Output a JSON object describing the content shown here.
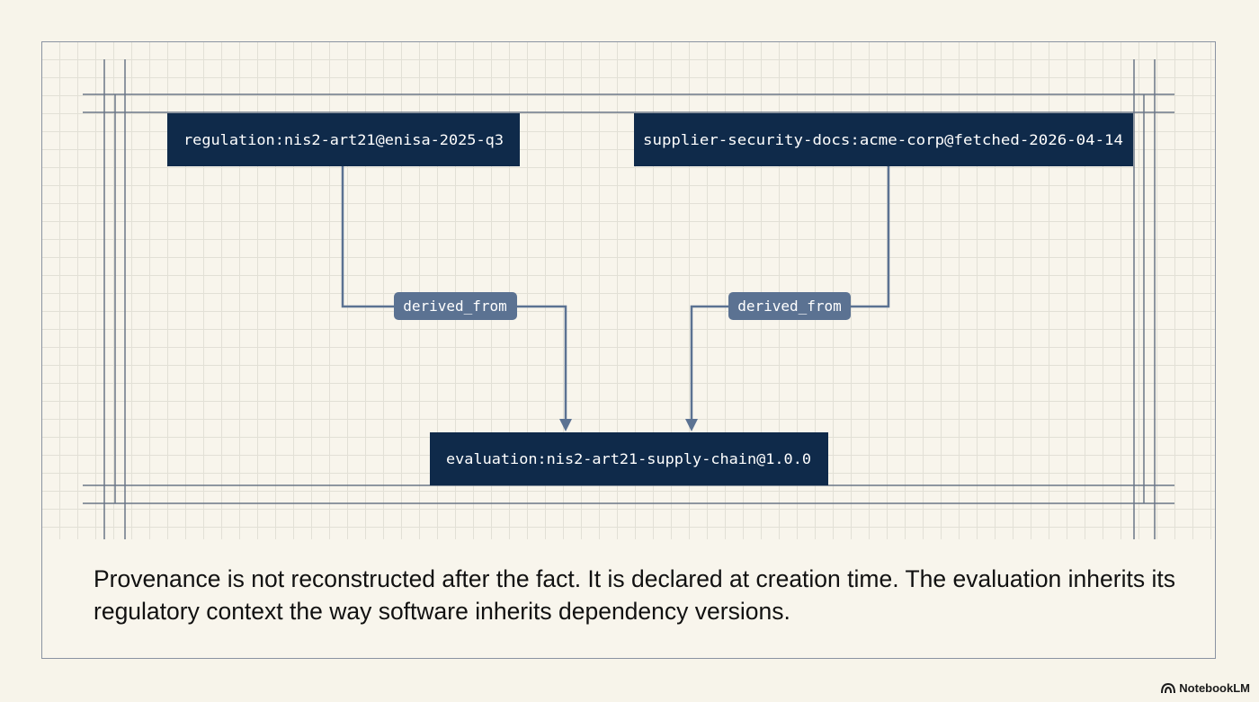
{
  "nodes": {
    "regulation": {
      "label": "regulation:nis2-art21@enisa-2025-q3"
    },
    "supplier_docs": {
      "label": "supplier-security-docs:acme-corp@fetched-2026-04-14"
    },
    "evaluation": {
      "label": "evaluation:nis2-art21-supply-chain@1.0.0"
    }
  },
  "edges": [
    {
      "from": "regulation",
      "to": "evaluation",
      "label": "derived_from"
    },
    {
      "from": "supplier_docs",
      "to": "evaluation",
      "label": "derived_from"
    }
  ],
  "caption": "Provenance is not reconstructed after the fact. It is declared at creation time. The evaluation inherits its regulatory context the way software inherits dependency versions.",
  "watermark": {
    "icon": "notebooklm-logo-icon",
    "text": "NotebookLM"
  },
  "colors": {
    "background": "#f7f4ea",
    "node": "#0f2a4a",
    "edge": "#5b7292",
    "edge_label": "#5b7292",
    "grid": "#e2e0d6"
  }
}
